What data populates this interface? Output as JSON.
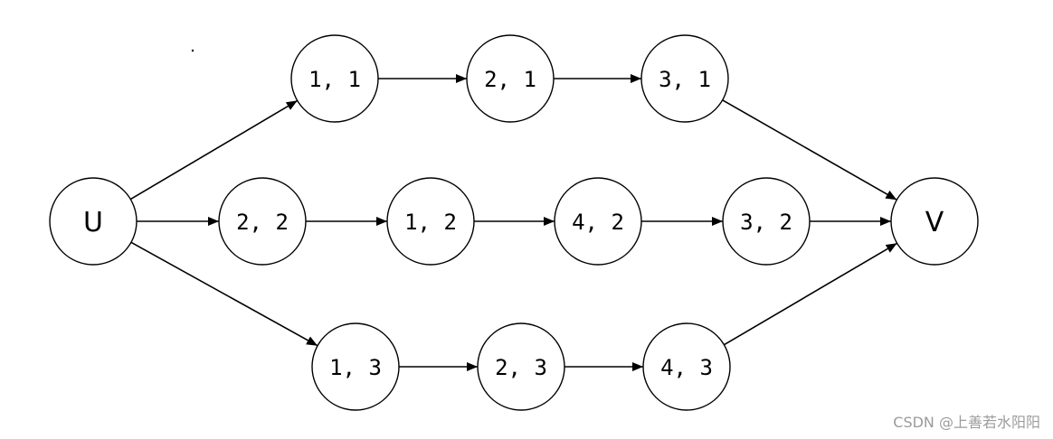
{
  "nodes": [
    {
      "id": "U",
      "label": "U"
    },
    {
      "id": "V",
      "label": "V"
    },
    {
      "id": "n11",
      "label": "1, 1"
    },
    {
      "id": "n21",
      "label": "2, 1"
    },
    {
      "id": "n31",
      "label": "3, 1"
    },
    {
      "id": "n22",
      "label": "2, 2"
    },
    {
      "id": "n12",
      "label": "1, 2"
    },
    {
      "id": "n42",
      "label": "4, 2"
    },
    {
      "id": "n32",
      "label": "3, 2"
    },
    {
      "id": "n13",
      "label": "1, 3"
    },
    {
      "id": "n23",
      "label": "2, 3"
    },
    {
      "id": "n43",
      "label": "4, 3"
    }
  ],
  "edges": [
    [
      "U",
      "n11"
    ],
    [
      "n11",
      "n21"
    ],
    [
      "n21",
      "n31"
    ],
    [
      "n31",
      "V"
    ],
    [
      "U",
      "n22"
    ],
    [
      "n22",
      "n12"
    ],
    [
      "n12",
      "n42"
    ],
    [
      "n42",
      "n32"
    ],
    [
      "n32",
      "V"
    ],
    [
      "U",
      "n13"
    ],
    [
      "n13",
      "n23"
    ],
    [
      "n23",
      "n43"
    ],
    [
      "n43",
      "V"
    ]
  ],
  "watermark": "CSDN @上善若水阳阳"
}
